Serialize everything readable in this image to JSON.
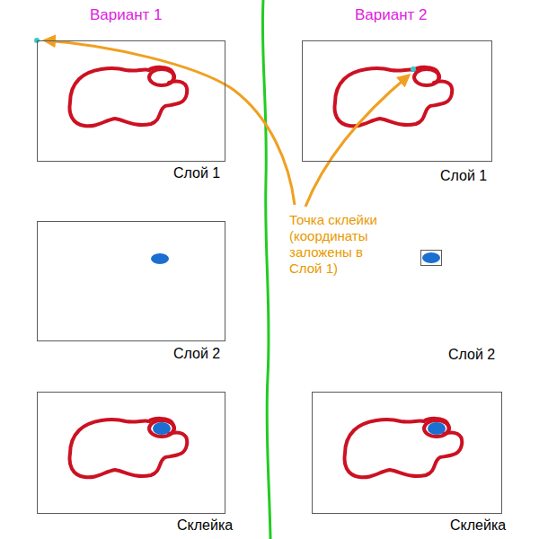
{
  "diagram": {
    "nodes": [
      {
        "text": [
          "Слой 1"
        ]
      },
      {
        "text": [
          "Слой 2"
        ]
      },
      {
        "text": [
          "Склейка"
        ]
      },
      {
        "text": [
          "Слой 1"
        ]
      },
      {
        "text": [
          "Слой 2"
        ]
      },
      {
        "text": [
          "Склейка"
        ]
      }
    ],
    "labels": [
      "Вариант 1",
      "Вариант 2",
      "Точка склейки (координаты заложены в Слой 1)"
    ]
  }
}
